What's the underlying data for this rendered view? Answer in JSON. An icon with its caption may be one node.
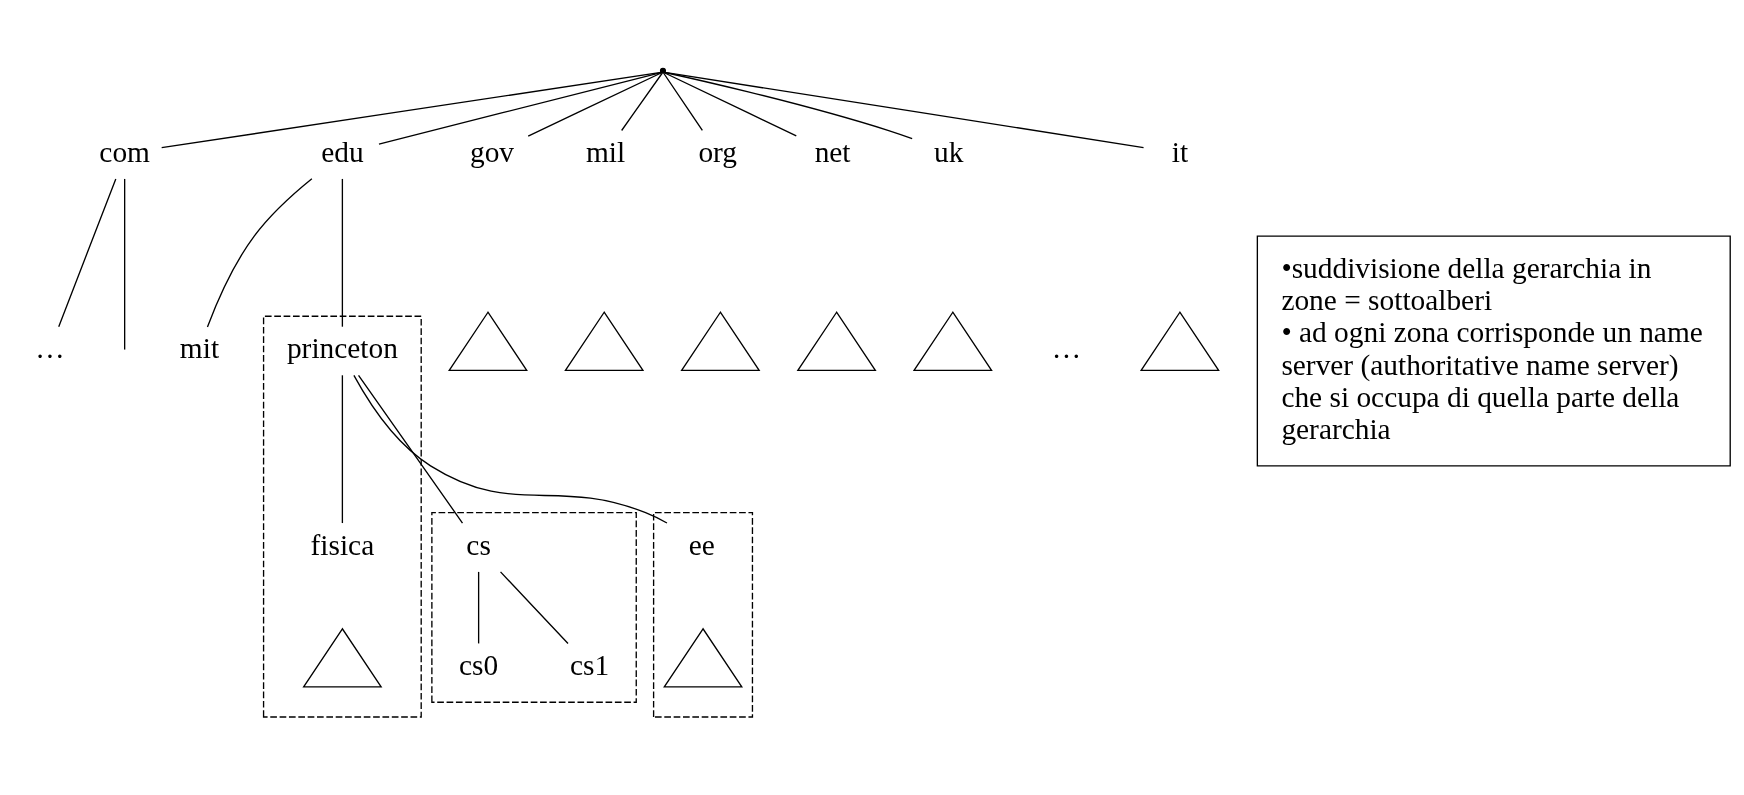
{
  "diagram": {
    "nodes": [
      {
        "text": [],
        "shape": "point"
      },
      {
        "text": [
          "com"
        ]
      },
      {
        "text": [
          "edu"
        ]
      },
      {
        "text": [
          "gov"
        ]
      },
      {
        "text": [
          "mil"
        ]
      },
      {
        "text": [
          "org"
        ]
      },
      {
        "text": [
          "net"
        ]
      },
      {
        "text": [
          "uk"
        ]
      },
      {
        "text": [
          "it"
        ]
      },
      {
        "text": [],
        "shape": "triangle"
      },
      {
        "text": [],
        "shape": "triangle"
      },
      {
        "text": [],
        "shape": "triangle"
      },
      {
        "text": [],
        "shape": "triangle"
      },
      {
        "text": [],
        "shape": "triangle"
      },
      {
        "text": [],
        "shape": "triangle"
      },
      {
        "text": [
          "…"
        ]
      },
      {
        "text": [
          "mit"
        ]
      },
      {
        "text": [],
        "shape": "box"
      },
      {
        "text": [
          "princeton"
        ],
        "in": 17
      },
      {
        "text": [],
        "shape": "box"
      },
      {
        "text": [
          "cs"
        ],
        "in": 19
      },
      {
        "text": [],
        "shape": "box"
      },
      {
        "text": [
          "ee"
        ],
        "in": 21
      },
      {
        "text": [
          "fisica"
        ],
        "in": 17
      },
      {
        "text": [
          "cs0"
        ],
        "in": 19
      },
      {
        "text": [
          "cs1"
        ],
        "in": 19
      },
      {
        "text": [],
        "shape": "triangle",
        "in": 21
      },
      {
        "text": [],
        "shape": "triangle",
        "in": 17
      },
      {
        "text": [
          "•suddivisione della gerarchia in zone = sottoalberi",
          "• ad ogni zona corrisponde un name server (authoritative name server) che si occupa di quella parte della gerarchia"
        ]
      }
    ],
    "edges": [
      {
        "from": 0,
        "to": 1,
        "arrow": "none"
      },
      {
        "from": 0,
        "to": 2,
        "arrow": "none"
      },
      {
        "from": 0,
        "to": 3,
        "arrow": "none"
      },
      {
        "from": 0,
        "to": 4,
        "arrow": "none"
      },
      {
        "from": 0,
        "to": 5,
        "arrow": "none"
      },
      {
        "from": 0,
        "to": 6,
        "arrow": "none"
      },
      {
        "from": 0,
        "to": 7,
        "arrow": "none"
      },
      {
        "from": 0,
        "to": 8,
        "arrow": "none"
      },
      {
        "from": 1,
        "to": null,
        "arrow": "none"
      },
      {
        "from": 1,
        "to": 15,
        "arrow": "none"
      },
      {
        "from": 2,
        "to": 16,
        "arrow": "none"
      },
      {
        "from": 2,
        "to": 18,
        "arrow": "none"
      },
      {
        "from": 18,
        "to": 20,
        "arrow": "none"
      },
      {
        "from": 18,
        "to": 22,
        "arrow": "none"
      },
      {
        "from": 18,
        "to": 23,
        "arrow": "none"
      },
      {
        "from": 20,
        "to": 24,
        "arrow": "none"
      },
      {
        "from": 20,
        "to": 25,
        "arrow": "none"
      }
    ],
    "labels": [
      "…"
    ]
  }
}
